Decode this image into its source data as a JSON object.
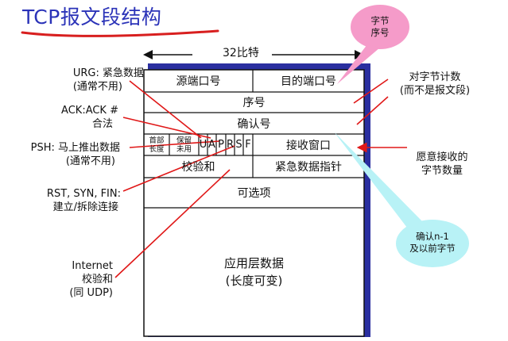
{
  "title": "TCP报文段结构",
  "width_label": "32比特",
  "header": {
    "src_port": "源端口号",
    "dst_port": "目的端口号",
    "seq": "序号",
    "ack": "确认号",
    "hdr_len_line1": "首部",
    "hdr_len_line2": "长度",
    "unused_line1": "保留",
    "unused_line2": "未用",
    "flags": [
      "U",
      "A",
      "P",
      "R",
      "S",
      "F"
    ],
    "recv_window": "接收窗口",
    "checksum": "校验和",
    "urg_ptr": "紧急数据指针",
    "options": "可选项",
    "data_line1": "应用层数据",
    "data_line2": "(长度可变)"
  },
  "left_annotations": {
    "urg_line1": "URG:  紧急数据",
    "urg_line2": "(通常不用)",
    "ack_line1": "ACK:ACK #",
    "ack_line2": "合法",
    "psh_line1": "PSH:  马上推出数据",
    "psh_line2": "(通常不用)",
    "rst_line1": "RST, SYN, FIN:",
    "rst_line2": "建立/拆除连接",
    "cs_line1": "Internet",
    "cs_line2": "校验和",
    "cs_line3": "(同 UDP)"
  },
  "right_annotations": {
    "count_line1": "对字节计数",
    "count_line2": "(而不是报文段)",
    "window_line1": "愿意接收的",
    "window_line2": "字节数量"
  },
  "bubbles": {
    "pink_line1": "字节",
    "pink_line2": "序号",
    "cyan_line1": "确认n-1",
    "cyan_line2": "及以前字节"
  },
  "colors": {
    "title": "#2b33b8",
    "underline": "#d81f1f",
    "shadow": "#2a2fa0",
    "pointer": "#e01818",
    "pink_bubble": "#f59bc9",
    "cyan_bubble": "#b8f2f6"
  }
}
